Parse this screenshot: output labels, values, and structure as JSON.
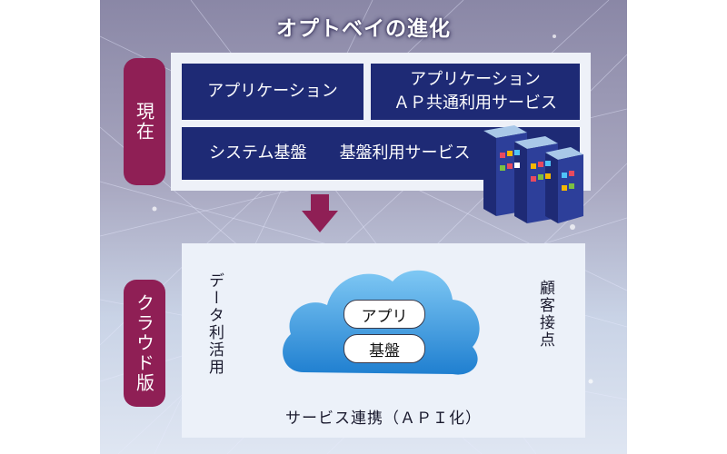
{
  "title": "オプトベイの進化",
  "current": {
    "side_label": "現在",
    "boxes": {
      "application": "アプリケーション",
      "application_ap_line1": "アプリケーション",
      "application_ap_line2": "ＡＰ共通利用サービス",
      "system_base": "システム基盤",
      "base_service": "基盤利用サービス"
    }
  },
  "cloud": {
    "side_label": "クラウド版",
    "left_vertical": "データ利活用",
    "right_vertical": "顧客接点",
    "app_pill": "アプリ",
    "base_pill": "基盤",
    "bottom_label": "サービス連携（ＡＰＩ化）"
  },
  "colors": {
    "navy": "#1e2a75",
    "magenta": "#8f1f55",
    "cloud_blue": "#2f8fd8"
  }
}
